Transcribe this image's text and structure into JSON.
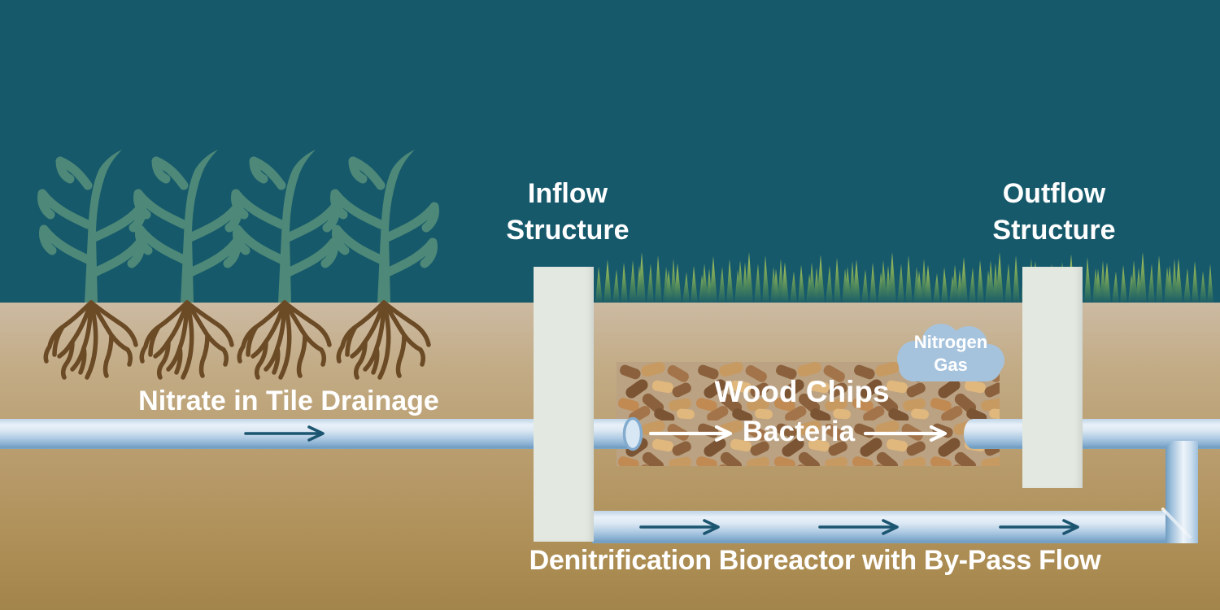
{
  "diagram": {
    "caption": "Denitrification Bioreactor with By-Pass Flow",
    "labels": {
      "inflow_structure": {
        "line1": "Inflow",
        "line2": "Structure"
      },
      "outflow_structure": {
        "line1": "Outflow",
        "line2": "Structure"
      },
      "nitrate": "Nitrate in Tile Drainage",
      "wood_chips": "Wood Chips",
      "bacteria": "Bacteria",
      "nitrogen_gas": {
        "line1": "Nitrogen",
        "line2": "Gas"
      }
    },
    "colors": {
      "sky": "#16596b",
      "soil_top": "#ccbaa2",
      "soil_bottom": "#a2854b",
      "pipe_highlight": "#e9f1f9",
      "pipe_shadow": "#6f9cc0",
      "structure": "#e3e8e0",
      "cloud": "#a6c3de",
      "corn_plant": "#4e8878",
      "roots": "#6b4a26",
      "grass_top": "#a9c464",
      "grass_bottom": "#1c5e67",
      "wood_chip_background": "#bba283",
      "flow_arrow_teal": "#1b5570",
      "flow_arrow_white": "#ffffff",
      "text": "#ffffff"
    }
  }
}
